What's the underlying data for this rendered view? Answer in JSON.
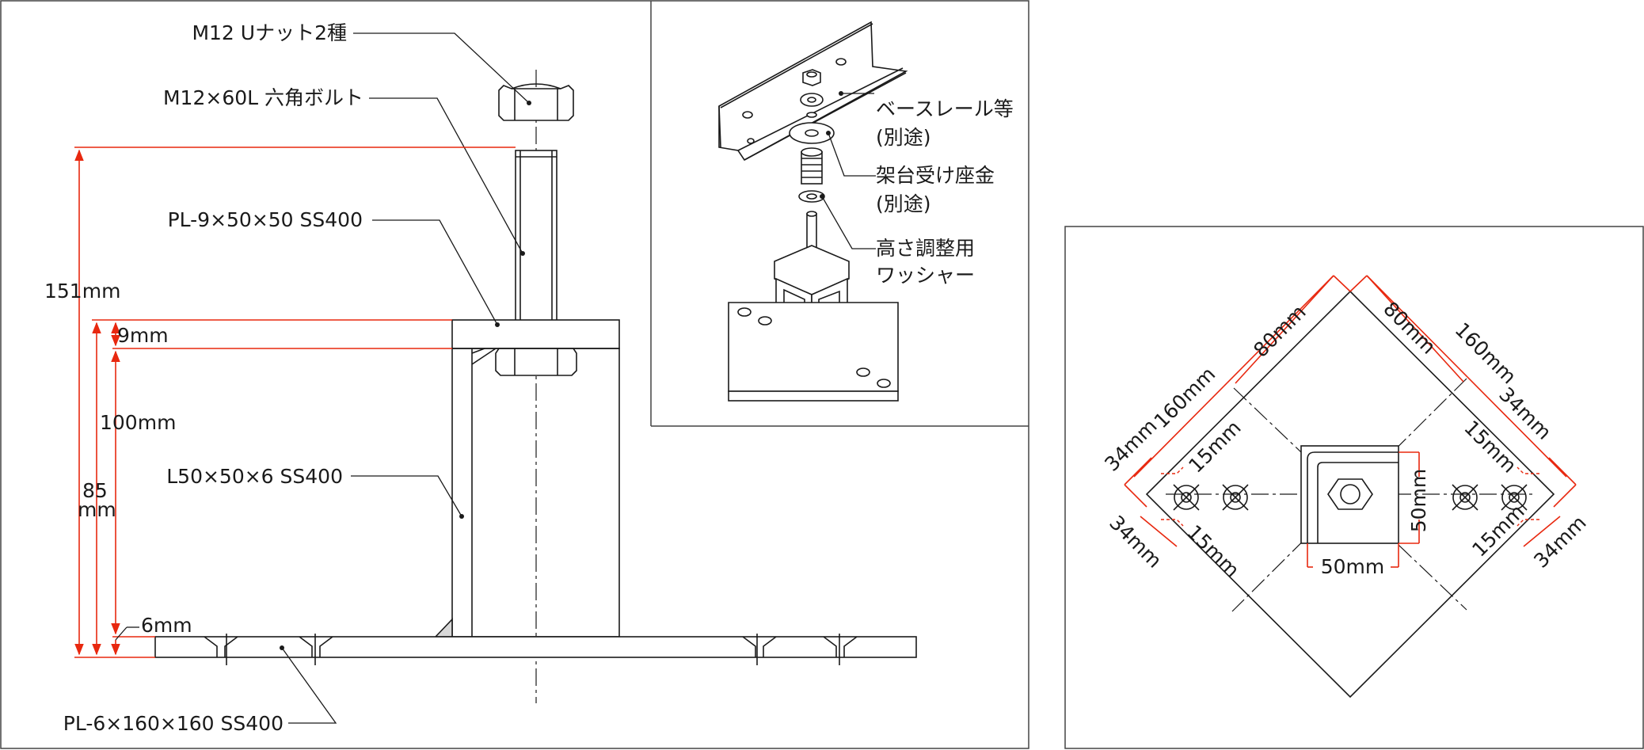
{
  "side_view": {
    "labels": {
      "nut": "M12 Uナット2種",
      "bolt": "M12×60L 六角ボルト",
      "plate_top": "PL-9×50×50 SS400",
      "angle": "L50×50×6 SS400",
      "plate_base": "PL-6×160×160 SS400"
    },
    "dims": {
      "total": "151mm",
      "top_plate": "9mm",
      "post": "100mm",
      "inner_a": "85",
      "inner_b": "mm",
      "base_plate": "6mm"
    }
  },
  "iso_view": {
    "labels": {
      "rail_a": "ベースレール等",
      "rail_b": "(別途)",
      "washer_a": "架台受け座金",
      "washer_b": "(別途)",
      "adjust_a": "高さ調整用",
      "adjust_b": "ワッシャー"
    }
  },
  "plan_view": {
    "dims": {
      "left_160": "160mm",
      "left_80": "80mm",
      "right_80": "80mm",
      "right_160": "160mm",
      "left_34_top": "34mm",
      "left_15_top": "15mm",
      "right_34_top": "34mm",
      "right_15_top": "15mm",
      "left_34_bot": "34mm",
      "left_15_bot": "15mm",
      "right_15_bot": "15mm",
      "right_34_bot": "34mm",
      "center_h": "50mm",
      "center_v": "50mm"
    }
  },
  "colors": {
    "dimension": "#e8280f",
    "line": "#1a1a1a"
  }
}
